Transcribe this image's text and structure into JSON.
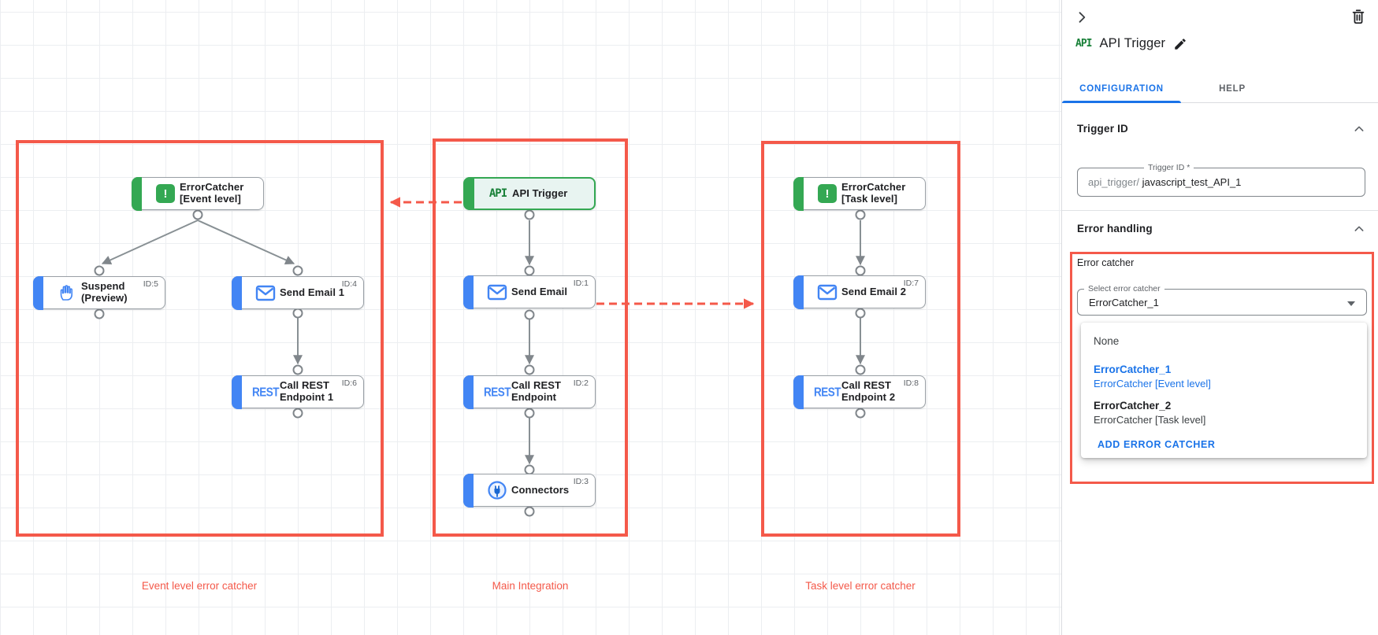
{
  "canvas": {
    "groups": [
      {
        "label": "Event level error catcher"
      },
      {
        "label": "Main Integration"
      },
      {
        "label": "Task level error catcher"
      }
    ],
    "nodes": {
      "ec_event": {
        "line1": "ErrorCatcher",
        "line2": "[Event level]"
      },
      "suspend": {
        "line1": "Suspend",
        "line2": "(Preview)",
        "id": "ID:5"
      },
      "send_email_1": {
        "line1": "Send Email 1",
        "id": "ID:4"
      },
      "call_rest_1": {
        "line1": "Call REST",
        "line2": "Endpoint 1",
        "id": "ID:6",
        "icon_text": "REST"
      },
      "api_trigger": {
        "line1": "API Trigger",
        "icon_text": "API"
      },
      "send_email": {
        "line1": "Send Email",
        "id": "ID:1"
      },
      "call_rest": {
        "line1": "Call REST",
        "line2": "Endpoint",
        "id": "ID:2",
        "icon_text": "REST"
      },
      "connectors": {
        "line1": "Connectors",
        "id": "ID:3"
      },
      "ec_task": {
        "line1": "ErrorCatcher",
        "line2": "[Task level]"
      },
      "send_email_2": {
        "line1": "Send Email 2",
        "id": "ID:7"
      },
      "call_rest_2": {
        "line1": "Call REST",
        "line2": "Endpoint 2",
        "id": "ID:8",
        "icon_text": "REST"
      }
    },
    "error_icon_glyph": "!"
  },
  "panel": {
    "title": "API Trigger",
    "title_icon_text": "API",
    "tabs": {
      "configuration": "CONFIGURATION",
      "help": "HELP"
    },
    "trigger_id": {
      "header": "Trigger ID",
      "field_label": "Trigger ID *",
      "prefix": "api_trigger/",
      "value": "javascript_test_API_1"
    },
    "error_handling": {
      "header": "Error handling",
      "error_catcher_label": "Error catcher",
      "select_label": "Select error catcher",
      "select_value": "ErrorCatcher_1",
      "options": {
        "none": "None",
        "ec1_name": "ErrorCatcher_1",
        "ec1_desc": "ErrorCatcher [Event level]",
        "ec2_name": "ErrorCatcher_2",
        "ec2_desc": "ErrorCatcher [Task level]",
        "add": "ADD ERROR CATCHER"
      }
    }
  },
  "colors": {
    "highlight_red": "#f4594a",
    "task_blue": "#4285f4",
    "trigger_green": "#34a853",
    "link_blue": "#1a73e8",
    "error_dot_red": "#d93025"
  }
}
